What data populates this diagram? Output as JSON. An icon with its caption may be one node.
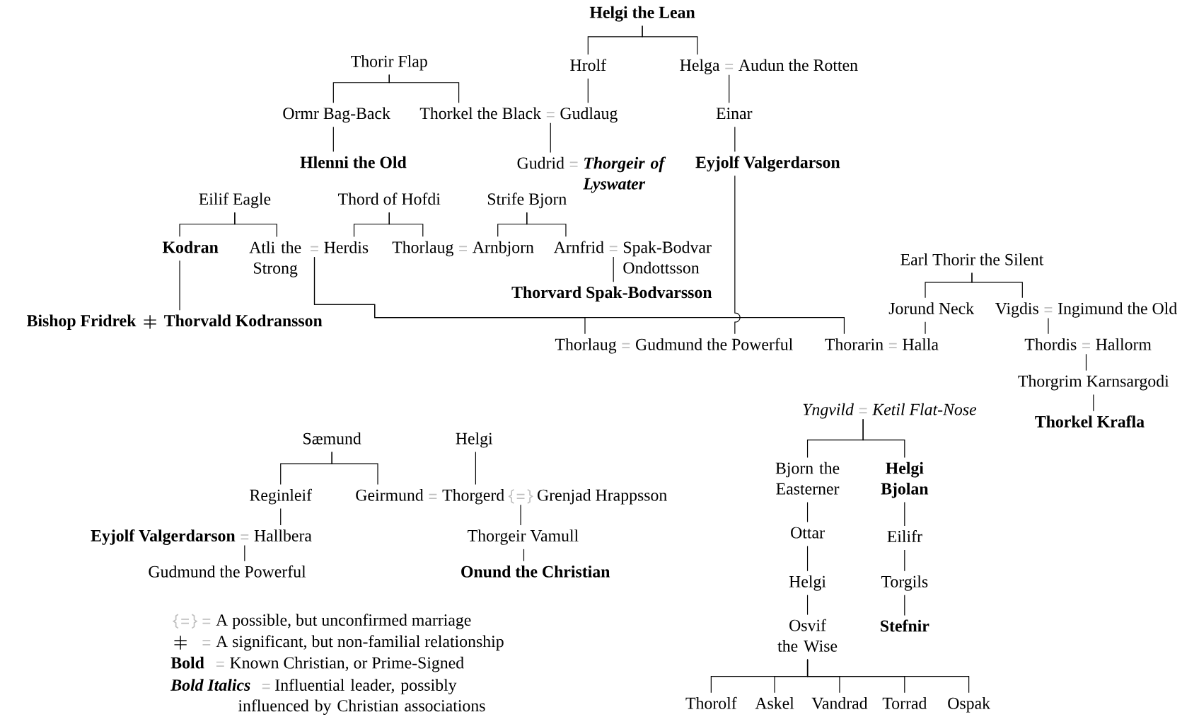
{
  "diagram": {
    "nodes": [
      {
        "text": [
          "Helgi the Lean"
        ]
      },
      {
        "text": [
          "Thorir Flap"
        ]
      },
      {
        "text": [
          "Hrolf"
        ]
      },
      {
        "text": [
          "Helga"
        ]
      },
      {
        "text": [
          "Audun the Rotten"
        ]
      },
      {
        "text": [
          "Ormr Bag-Back"
        ]
      },
      {
        "text": [
          "Thorkel the Black"
        ]
      },
      {
        "text": [
          "Gudlaug"
        ]
      },
      {
        "text": [
          "Einar"
        ]
      },
      {
        "text": [
          "Hlenni the Old"
        ]
      },
      {
        "text": [
          "Gudrid"
        ]
      },
      {
        "text": [
          "Thorgeir of Lyswater"
        ]
      },
      {
        "text": [
          "Eyjolf Valgerdarson"
        ]
      },
      {
        "text": [
          "Eilif Eagle"
        ]
      },
      {
        "text": [
          "Thord of Hofdi"
        ]
      },
      {
        "text": [
          "Strife Bjorn"
        ]
      },
      {
        "text": [
          "Kodran"
        ]
      },
      {
        "text": [
          "Atli the Strong"
        ]
      },
      {
        "text": [
          "Herdis"
        ]
      },
      {
        "text": [
          "Thorlaug"
        ]
      },
      {
        "text": [
          "Arnbjorn"
        ]
      },
      {
        "text": [
          "Arnfrid"
        ]
      },
      {
        "text": [
          "Spak-Bodvar Ondottsson"
        ]
      },
      {
        "text": [
          "Thorvard Spak-Bodvarsson"
        ]
      },
      {
        "text": [
          "Bishop Fridrek"
        ]
      },
      {
        "text": [
          "Thorvald Kodransson"
        ]
      },
      {
        "text": [
          "Earl Thorir the Silent"
        ]
      },
      {
        "text": [
          "Jorund Neck"
        ]
      },
      {
        "text": [
          "Vigdis"
        ]
      },
      {
        "text": [
          "Ingimund the Old"
        ]
      },
      {
        "text": [
          "Thorlaug"
        ]
      },
      {
        "text": [
          "Gudmund the Powerful"
        ]
      },
      {
        "text": [
          "Thorarin"
        ]
      },
      {
        "text": [
          "Halla"
        ]
      },
      {
        "text": [
          "Thordis"
        ]
      },
      {
        "text": [
          "Hallorm"
        ]
      },
      {
        "text": [
          "Thorgrim Karnsargodi"
        ]
      },
      {
        "text": [
          "Thorkel Krafla"
        ]
      },
      {
        "text": [
          "Yngvild"
        ]
      },
      {
        "text": [
          "Ketil Flat-Nose"
        ]
      },
      {
        "text": [
          "Sæmund"
        ]
      },
      {
        "text": [
          "Helgi"
        ]
      },
      {
        "text": [
          "Reginleif"
        ]
      },
      {
        "text": [
          "Geirmund"
        ]
      },
      {
        "text": [
          "Thorgerd"
        ]
      },
      {
        "text": [
          "Grenjad Hrappsson"
        ]
      },
      {
        "text": [
          "Eyjolf Valgerdarson"
        ]
      },
      {
        "text": [
          "Hallbera"
        ]
      },
      {
        "text": [
          "Thorgeir Vamull"
        ]
      },
      {
        "text": [
          "Gudmund the Powerful"
        ]
      },
      {
        "text": [
          "Onund the Christian"
        ]
      },
      {
        "text": [
          "Bjorn the Easterner"
        ]
      },
      {
        "text": [
          "Helgi Bjolan"
        ]
      },
      {
        "text": [
          "Ottar"
        ]
      },
      {
        "text": [
          "Eilifr"
        ]
      },
      {
        "text": [
          "Helgi"
        ]
      },
      {
        "text": [
          "Torgils"
        ]
      },
      {
        "text": [
          "Osvif the Wise"
        ]
      },
      {
        "text": [
          "Stefnir"
        ]
      },
      {
        "text": [
          "Thorolf"
        ]
      },
      {
        "text": [
          "Askel"
        ]
      },
      {
        "text": [
          "Vandrad"
        ]
      },
      {
        "text": [
          "Torrad"
        ]
      },
      {
        "text": [
          "Ospak"
        ]
      }
    ],
    "edges": [
      {
        "from": 0,
        "to": 2,
        "arrow": "none"
      },
      {
        "from": 0,
        "to": 3,
        "arrow": "none"
      },
      {
        "from": 3,
        "to": 4,
        "arrow": "none",
        "color": "#c0c0c0"
      },
      {
        "from": 1,
        "to": 5,
        "arrow": "none"
      },
      {
        "from": 1,
        "to": 6,
        "arrow": "none"
      },
      {
        "from": 2,
        "to": 7,
        "arrow": "none"
      },
      {
        "from": 6,
        "to": 7,
        "arrow": "none",
        "color": "#c0c0c0"
      },
      {
        "from": 3,
        "to": 8,
        "arrow": "none"
      },
      {
        "from": 5,
        "to": 9,
        "arrow": "none"
      },
      {
        "from": 6,
        "to": 10,
        "arrow": "none"
      },
      {
        "from": 10,
        "to": 11,
        "arrow": "none",
        "color": "#c0c0c0"
      },
      {
        "from": 8,
        "to": 12,
        "arrow": "none"
      },
      {
        "from": 13,
        "to": 16,
        "arrow": "none"
      },
      {
        "from": 13,
        "to": 17,
        "arrow": "none"
      },
      {
        "from": 14,
        "to": 18,
        "arrow": "none"
      },
      {
        "from": 14,
        "to": 19,
        "arrow": "none"
      },
      {
        "from": 15,
        "to": 20,
        "arrow": "none"
      },
      {
        "from": 15,
        "to": 21,
        "arrow": "none"
      },
      {
        "from": 17,
        "to": 18,
        "arrow": "none",
        "color": "#c0c0c0"
      },
      {
        "from": 19,
        "to": 20,
        "arrow": "none",
        "color": "#c0c0c0"
      },
      {
        "from": 21,
        "to": 22,
        "arrow": "none",
        "color": "#c0c0c0"
      },
      {
        "from": 21,
        "to": 23,
        "arrow": "none"
      },
      {
        "from": 16,
        "to": 25,
        "arrow": "none"
      },
      {
        "from": 24,
        "to": 25,
        "arrow": "none",
        "color": "#000000"
      },
      {
        "from": 17,
        "to": 30,
        "arrow": "none"
      },
      {
        "from": 17,
        "to": 32,
        "arrow": "none"
      },
      {
        "from": 12,
        "to": 31,
        "arrow": "none"
      },
      {
        "from": 30,
        "to": 31,
        "arrow": "none",
        "color": "#c0c0c0"
      },
      {
        "from": 26,
        "to": 27,
        "arrow": "none"
      },
      {
        "from": 26,
        "to": 28,
        "arrow": "none"
      },
      {
        "from": 28,
        "to": 29,
        "arrow": "none",
        "color": "#c0c0c0"
      },
      {
        "from": 27,
        "to": 33,
        "arrow": "none"
      },
      {
        "from": 32,
        "to": 33,
        "arrow": "none",
        "color": "#c0c0c0"
      },
      {
        "from": 28,
        "to": 34,
        "arrow": "none"
      },
      {
        "from": 34,
        "to": 35,
        "arrow": "none",
        "color": "#c0c0c0"
      },
      {
        "from": 34,
        "to": 36,
        "arrow": "none"
      },
      {
        "from": 36,
        "to": 37,
        "arrow": "none"
      },
      {
        "from": 38,
        "to": 39,
        "arrow": "none",
        "color": "#c0c0c0"
      },
      {
        "from": 38,
        "to": 51,
        "arrow": "none"
      },
      {
        "from": 38,
        "to": 52,
        "arrow": "none"
      },
      {
        "from": 51,
        "to": 53,
        "arrow": "none"
      },
      {
        "from": 53,
        "to": 55,
        "arrow": "none"
      },
      {
        "from": 55,
        "to": 57,
        "arrow": "none"
      },
      {
        "from": 52,
        "to": 54,
        "arrow": "none"
      },
      {
        "from": 54,
        "to": 56,
        "arrow": "none"
      },
      {
        "from": 56,
        "to": 58,
        "arrow": "none"
      },
      {
        "from": 57,
        "to": 59,
        "arrow": "none"
      },
      {
        "from": 57,
        "to": 60,
        "arrow": "none"
      },
      {
        "from": 57,
        "to": 61,
        "arrow": "none"
      },
      {
        "from": 57,
        "to": 62,
        "arrow": "none"
      },
      {
        "from": 57,
        "to": 63,
        "arrow": "none"
      },
      {
        "from": 40,
        "to": 42,
        "arrow": "none"
      },
      {
        "from": 40,
        "to": 43,
        "arrow": "none"
      },
      {
        "from": 41,
        "to": 44,
        "arrow": "none"
      },
      {
        "from": 43,
        "to": 44,
        "arrow": "none",
        "color": "#c0c0c0"
      },
      {
        "from": 44,
        "to": 45,
        "arrow": "none",
        "color": "#c0c0c0"
      },
      {
        "from": 44,
        "to": 48,
        "arrow": "none"
      },
      {
        "from": 42,
        "to": 47,
        "arrow": "none"
      },
      {
        "from": 46,
        "to": 47,
        "arrow": "none",
        "color": "#c0c0c0"
      },
      {
        "from": 46,
        "to": 49,
        "arrow": "none"
      },
      {
        "from": 48,
        "to": 50,
        "arrow": "none"
      }
    ],
    "labels": [
      "Bold",
      "Bold Italics"
    ],
    "legend": [
      {
        "text": "A possible, but unconfirmed marriage"
      },
      {
        "text": "A significant, but non-familial relationship"
      },
      {
        "text": "Known Christian, or Prime-Signed"
      },
      {
        "text": "Influential leader, possibly influenced by Christian associations"
      }
    ]
  }
}
